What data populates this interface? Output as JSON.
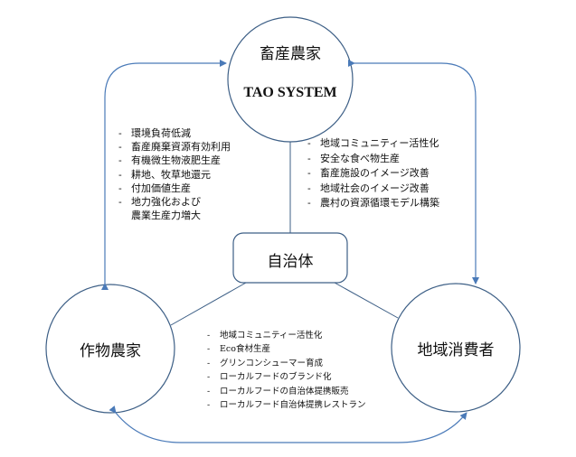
{
  "nodes": {
    "livestock_farmer": {
      "label": "畜産農家",
      "sublabel": "TAO SYSTEM"
    },
    "municipality": {
      "label": "自治体"
    },
    "crop_farmer": {
      "label": "作物農家"
    },
    "local_consumer": {
      "label": "地域消費者"
    }
  },
  "lists": {
    "livestock_to_crop": [
      "環境負荷低減",
      "畜産廃棄資源有効利用",
      "有機微生物液肥生産",
      "耕地、牧草地還元",
      "付加価値生産",
      "地力強化および",
      "農業生産力増大"
    ],
    "livestock_to_consumer": [
      "地域コミュニティー活性化",
      "安全な食べ物生産",
      "畜産施設のイメージ改善",
      "地域社会のイメージ改善",
      "農村の資源循環モデル構築"
    ],
    "crop_to_consumer": [
      "地域コミュニティー活性化",
      "Eco食材生産",
      "グリンコンシューマー育成",
      "ローカルフードのブランド化",
      "ローカルフードの自治体提携販売",
      "ローカルフード自治体提携レストラン"
    ]
  },
  "bullet": "-",
  "colors": {
    "arrow": "#4a7ab8",
    "stroke": "#3d5f86",
    "text": "#111111"
  }
}
